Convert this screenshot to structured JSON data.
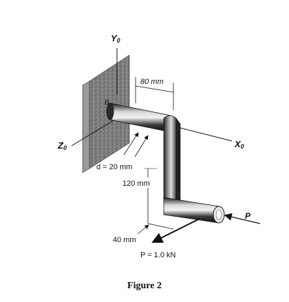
{
  "figure": {
    "caption": "Figure 2",
    "axes": {
      "y": "Y",
      "y_sub": "0",
      "x": "X",
      "x_sub": "0",
      "z": "Z",
      "z_sub": "0"
    },
    "point_label": "B",
    "dimensions": {
      "length_top": "80 mm",
      "diameter": "d = 20 mm",
      "height": "120 mm",
      "offset": "40 mm"
    },
    "loads": {
      "force_name": "P",
      "force_value": "P = 1.0 kN"
    }
  }
}
